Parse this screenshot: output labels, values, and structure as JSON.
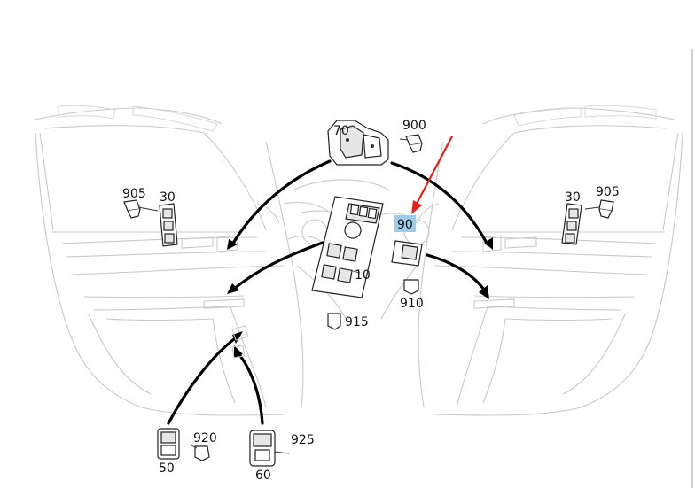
{
  "callouts": {
    "c70": "70",
    "c900": "900",
    "c905_left": "905",
    "c30_left": "30",
    "c30_right": "30",
    "c905_right": "905",
    "c90": "90",
    "c10": "10",
    "c910": "910",
    "c915": "915",
    "c920": "920",
    "c50": "50",
    "c925": "925",
    "c60": "60"
  },
  "colors": {
    "highlight": "#9ecbe8",
    "pointer": "#e8201a",
    "arrow": "#000000",
    "line": "#c9c9c9"
  }
}
